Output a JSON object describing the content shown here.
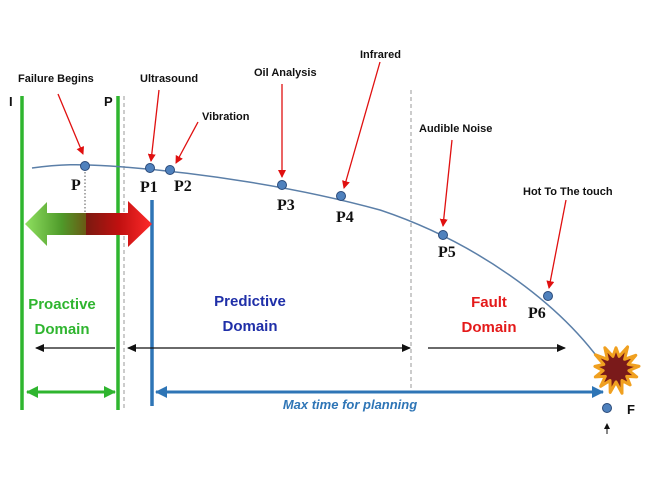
{
  "boundaries": {
    "i_label": "I",
    "p_label": "P"
  },
  "annotations": {
    "failure_begins": "Failure Begins",
    "ultrasound": "Ultrasound",
    "vibration": "Vibration",
    "oil_analysis": "Oil Analysis",
    "infrared": "Infrared",
    "audible_noise": "Audible Noise",
    "hot_to_touch": "Hot To The touch"
  },
  "points": {
    "p": "P",
    "p1": "P1",
    "p2": "P2",
    "p3": "P3",
    "p4": "P4",
    "p5": "P5",
    "p6": "P6",
    "f": "F"
  },
  "domains": {
    "proactive": {
      "line1": "Proactive",
      "line2": "Domain"
    },
    "predictive": {
      "line1": "Predictive",
      "line2": "Domain"
    },
    "fault": {
      "line1": "Fault",
      "line2": "Domain"
    }
  },
  "planning_arrow": {
    "label": "Max time for planning"
  },
  "colors": {
    "proactive_green": "#2fb52f",
    "predictive_blue": "#1f2fa8",
    "fault_red": "#e41a1a",
    "planning_blue": "#2e75b6",
    "curve": "#5b7fa8",
    "annotation_arrow": "#e01010"
  }
}
